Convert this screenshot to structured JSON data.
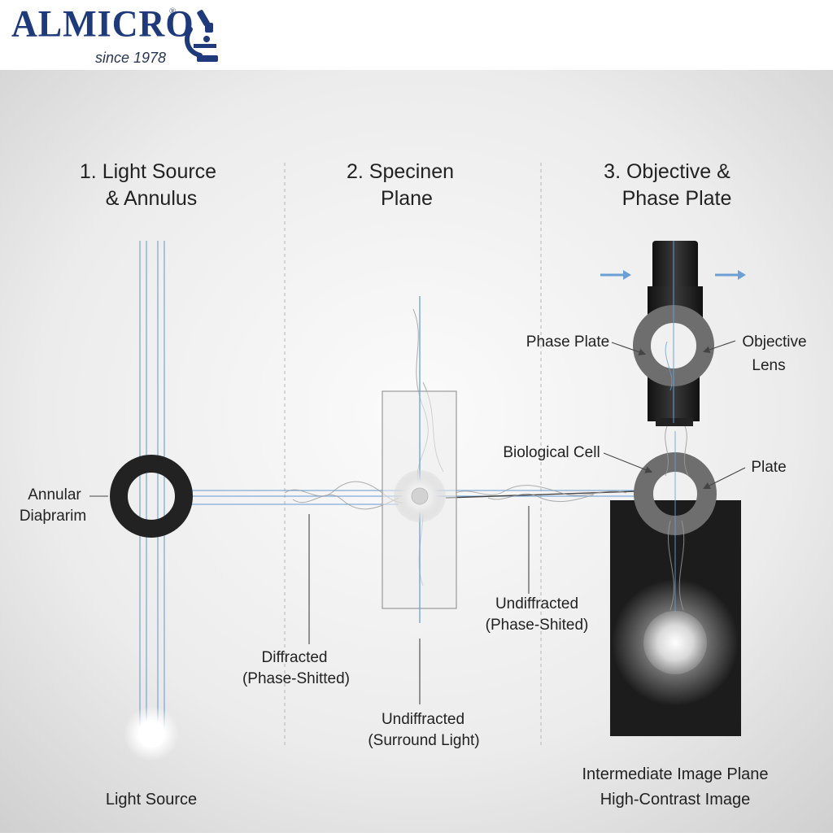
{
  "brand": {
    "name": "ALMICRO",
    "registered": "®",
    "tagline": "since 1978"
  },
  "icons": {
    "logo": "microscope-icon",
    "arrow": "arrow-right-icon"
  },
  "colors": {
    "brand": "#1e3a7a",
    "light_ray": "#6c9fd4",
    "annulus": "#222222",
    "phase_ring": "#6e6e6e",
    "image_plane": "#1c1c1c"
  },
  "sections": [
    {
      "title_line1": "1. Light Source",
      "title_line2": "& Annulus"
    },
    {
      "title_line1": "2. Specinen",
      "title_line2": "Plane"
    },
    {
      "title_line1": "3. Objective &",
      "title_line2": "Phase Plate"
    }
  ],
  "labels": {
    "annular_line1": "Annular",
    "annular_line2": "Diaþrarim",
    "phase_plate": "Phase Plate",
    "objective_line1": "Objective",
    "objective_line2": "Lens",
    "biological_cell": "Biological Cell",
    "plate": "Plate",
    "undiffracted_phase_line1": "Undiffracted",
    "undiffracted_phase_line2": "(Phase-Shited)",
    "diffracted_line1": "Diffracted",
    "diffracted_line2": "(Phase-Shitted)",
    "undiffracted_surround_line1": "Undiffracted",
    "undiffracted_surround_line2": "(Surround Light)",
    "light_source": "Light Source",
    "image_plane_line1": "Intermediate Image Plane",
    "image_plane_line2": "High-Contrast Image"
  }
}
